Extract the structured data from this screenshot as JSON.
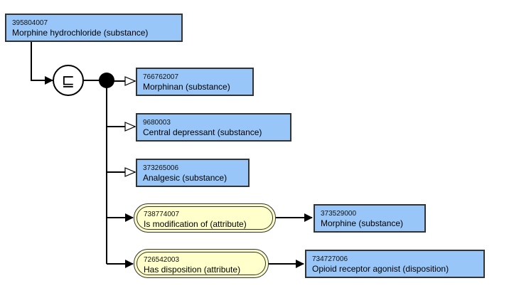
{
  "focus_concept": {
    "id": "395804007",
    "term": "Morphine hydrochloride (substance)"
  },
  "definition_status_symbol": "⊑",
  "parents": [
    {
      "id": "766762007",
      "term": "Morphinan (substance)"
    },
    {
      "id": "9680003",
      "term": "Central depressant (substance)"
    },
    {
      "id": "373265006",
      "term": "Analgesic (substance)"
    }
  ],
  "attributes": [
    {
      "type": {
        "id": "738774007",
        "term": "Is modification of (attribute)"
      },
      "value": {
        "id": "373529000",
        "term": "Morphine (substance)"
      }
    },
    {
      "type": {
        "id": "726542003",
        "term": "Has disposition (attribute)"
      },
      "value": {
        "id": "734727006",
        "term": "Opioid receptor agonist (disposition)"
      }
    }
  ],
  "colors": {
    "concept": "#99c6f8",
    "attribute": "#ffffcc",
    "line": "#000000"
  }
}
